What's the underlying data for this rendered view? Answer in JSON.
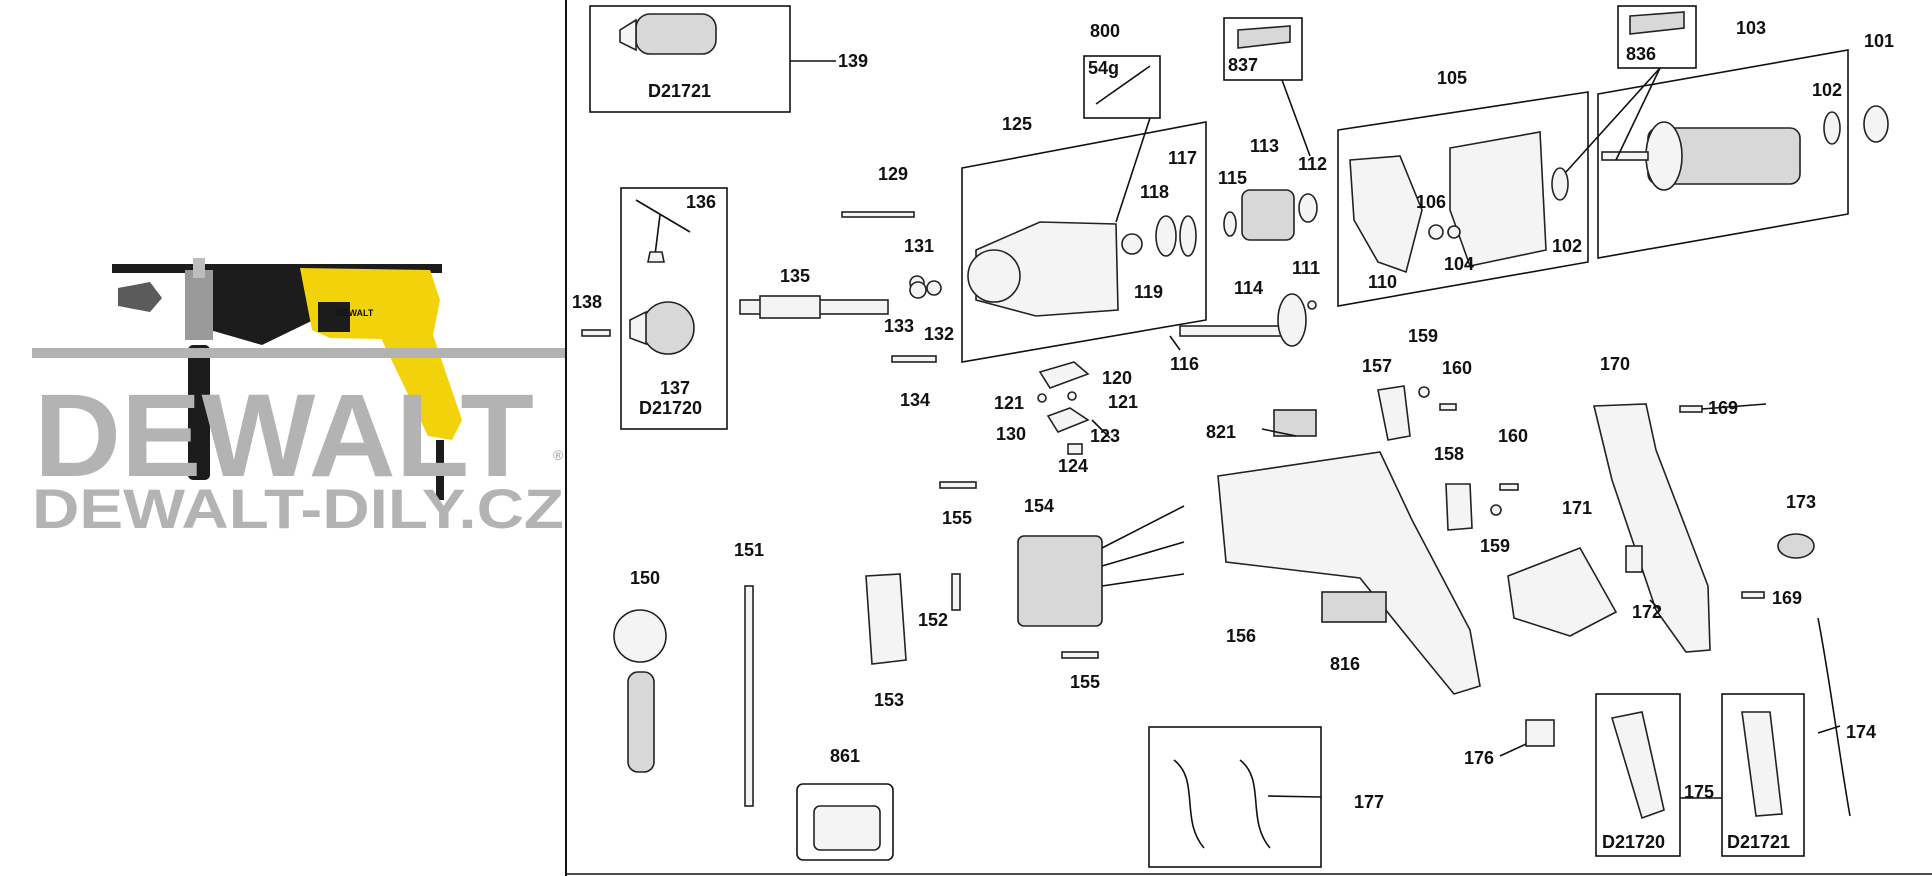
{
  "watermark": {
    "brand": "DEWALT",
    "site": "DEWALT-DILY.CZ",
    "registered": "®",
    "tool_badge": "DEWALT"
  },
  "labels": {
    "l800": "800",
    "l54g": "54g",
    "l139": "139",
    "lD21721a": "D21721",
    "l837": "837",
    "l836": "836",
    "l103": "103",
    "l101": "101",
    "l105": "105",
    "l102a": "102",
    "l102b": "102",
    "l125": "125",
    "l129": "129",
    "l136": "136",
    "l113": "113",
    "l112": "112",
    "l117": "117",
    "l118": "118",
    "l115": "115",
    "l106": "106",
    "l104": "104",
    "l110": "110",
    "l131": "131",
    "l135": "135",
    "l119": "119",
    "l111": "111",
    "l114": "114",
    "l138": "138",
    "l133": "133",
    "l132": "132",
    "l116": "116",
    "l137": "137",
    "lD21720a": "D21720",
    "l134": "134",
    "l120": "120",
    "l121a": "121",
    "l121b": "121",
    "l159a": "159",
    "l157": "157",
    "l160a": "160",
    "l170": "170",
    "l169a": "169",
    "l130": "130",
    "l123": "123",
    "l124": "124",
    "l821": "821",
    "l158": "158",
    "l160b": "160",
    "l155a": "155",
    "l154": "154",
    "l173": "173",
    "l151": "151",
    "l150": "150",
    "l159b": "159",
    "l171": "171",
    "l169b": "169",
    "l152": "152",
    "l172": "172",
    "l156": "156",
    "l816": "816",
    "l155b": "155",
    "l153": "153",
    "l861": "861",
    "l176": "176",
    "l174": "174",
    "l177": "177",
    "l175": "175",
    "lD21720b": "D21720",
    "lD21721b": "D21721"
  },
  "colors": {
    "tool_yellow": "#f2d20a",
    "tool_black": "#1c1c1c",
    "watermark_gray": "#b3b3b3"
  }
}
